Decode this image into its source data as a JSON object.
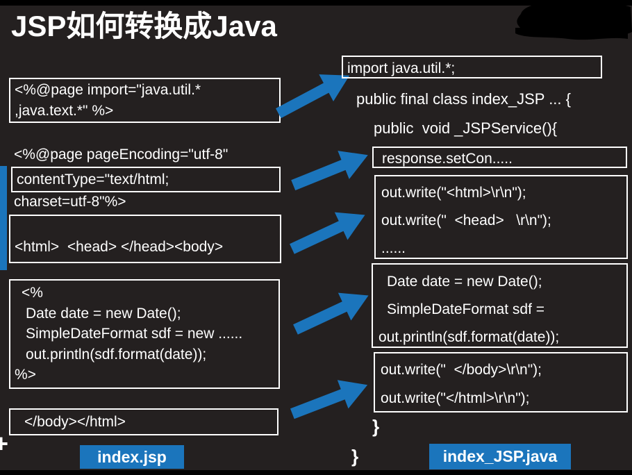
{
  "title": "JSP如何转换成Java",
  "colors": {
    "background": "#242020",
    "accent_blue": "#1b75bc",
    "box_border": "#ffffff",
    "text": "#ffffff",
    "scribble": "#000000"
  },
  "left": {
    "box_page_import": {
      "lines": [
        "<%@page import=\"java.util.*",
        ",java.text.*\" %>"
      ]
    },
    "line_page_encoding": "<%@page pageEncoding=\"utf-8\"",
    "box_content_type": {
      "lines": [
        "contentType=\"text/html;"
      ]
    },
    "line_charset": "charset=utf-8\"%>",
    "box_html_head": {
      "lines": [
        "<html>  <head> </head><body>"
      ]
    },
    "box_scriptlet": {
      "lines": [
        "<%",
        "Date date = new Date();",
        "SimpleDateFormat sdf = new ......",
        "out.println(sdf.format(date));",
        "%>"
      ]
    },
    "box_body_close": {
      "lines": [
        "</body></html>"
      ]
    },
    "badge": "index.jsp"
  },
  "right": {
    "box_import": {
      "lines": [
        "import java.util.*;"
      ]
    },
    "line_class": "public final class index_JSP ... {",
    "line_service": "public  void _JSPService(){",
    "box_response": {
      "lines": [
        "response.setCon....."
      ]
    },
    "box_out_head": {
      "lines": [
        "out.write(\"<html>\\r\\n\");",
        "out.write(\"  <head>   \\r\\n\");",
        "......"
      ]
    },
    "box_date": {
      "lines": [
        "Date date = new Date();",
        "SimpleDateFormat sdf =",
        "out.println(sdf.format(date));"
      ]
    },
    "box_out_tail": {
      "lines": [
        "out.write(\"  </body>\\r\\n\");",
        "out.write(\"</html>\\r\\n\");"
      ]
    },
    "brace_inner": "}",
    "brace_outer": "}",
    "badge": "index_JSP.java"
  },
  "decor": {
    "plus": "+"
  }
}
